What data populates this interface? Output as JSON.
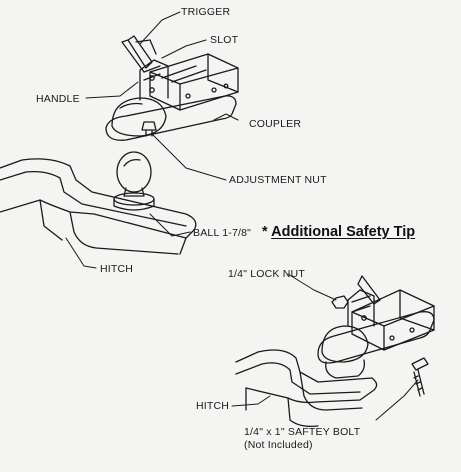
{
  "labels": {
    "trigger": "TRIGGER",
    "slot": "SLOT",
    "handle": "HANDLE",
    "coupler": "COUPLER",
    "adjustment_nut": "ADJUSTMENT NUT",
    "ball": "BALL 1-7/8\"",
    "hitch_top": "HITCH",
    "lock_nut": "1/4\" LOCK NUT",
    "hitch_bottom": "HITCH",
    "safety_bolt": "1/4\" x 1\" SAFTEY BOLT",
    "not_included": "(Not Included)"
  },
  "tip": {
    "star": "*",
    "text": "Additional Safety Tip"
  },
  "colors": {
    "ink": "#1a1a1a",
    "paper": "#f4f4f2"
  }
}
